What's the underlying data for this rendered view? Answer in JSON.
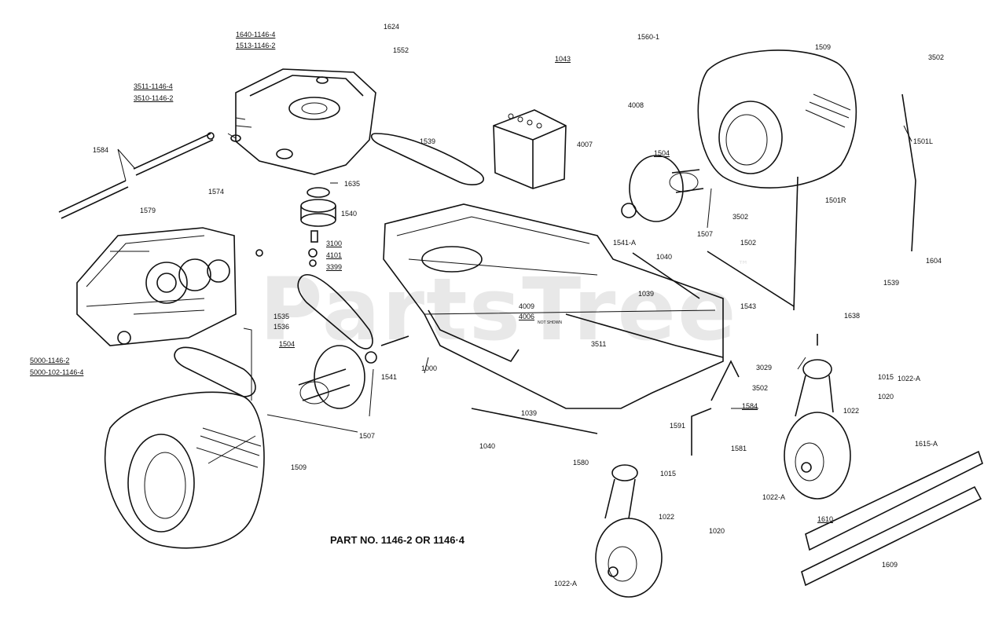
{
  "watermark": {
    "text": "PartsTree",
    "mark": "™"
  },
  "title": "PART NO. 1146-2 OR 1146·4",
  "callouts": {
    "c1640": "1640-1146-4",
    "c1513": "1513-1146-2",
    "c3511": "3511-1146-4",
    "c3510": "3510-1146-2",
    "c1624": "1624",
    "c1552": "1552",
    "c1560": "1560-1",
    "c1043": "1043",
    "c1509a": "1509",
    "c3502a": "3502",
    "c4008": "4008",
    "c4007": "4007",
    "c1539a": "1539",
    "c1584": "1584",
    "c1574": "1574",
    "c1579": "1579",
    "c1635": "1635",
    "c1540": "1540",
    "c3100": "3100",
    "c4101": "4101",
    "c3399": "3399",
    "c1504a": "1504",
    "c1501L": "1501L",
    "c1501R": "1501R",
    "c3502b": "3502",
    "c1507a": "1507",
    "c1502": "1502",
    "c1541A": "1541-A",
    "c1040a": "1040",
    "c1604": "1604",
    "c1539b": "1539",
    "c1039a": "1039",
    "c1543": "1543",
    "c1638": "1638",
    "c4009": "4009",
    "c4006": "4006",
    "c4006sub": "NOT SHOWN",
    "c1535": "1535",
    "c1536": "1536",
    "c1504b": "1504",
    "c3511b": "3511",
    "c5000a": "5000-1146-2",
    "c5000b": "5000-102-1146-4",
    "c1541": "1541",
    "c1000": "1000",
    "c3029": "3029",
    "c1015a": "1015",
    "c1022Aa": "1022-A",
    "c3502c": "3502",
    "c1020a": "1020",
    "c1584b": "1584",
    "c1022a": "1022",
    "c1591": "1591",
    "c1039b": "1039",
    "c1507b": "1507",
    "c1040b": "1040",
    "c1580": "1580",
    "c1581": "1581",
    "c1615A": "1615-A",
    "c1509b": "1509",
    "c1015b": "1015",
    "c1022Ab": "1022-A",
    "c1022b": "1022",
    "c1020b": "1020",
    "c1610": "1610",
    "c1609": "1609",
    "c1022Ac": "1022-A"
  }
}
